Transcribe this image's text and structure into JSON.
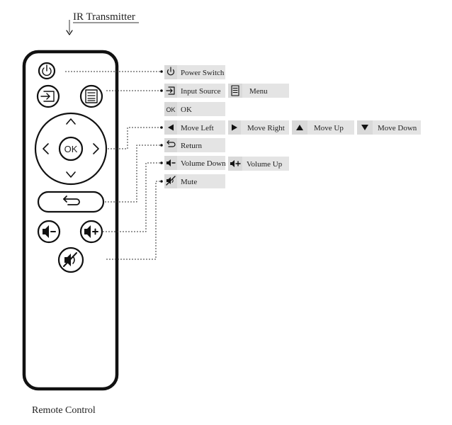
{
  "title": "IR Transmitter",
  "caption": "Remote Control",
  "ok_glyph": "OK",
  "legend": {
    "power": "Power Switch",
    "input": "Input Source",
    "menu": "Menu",
    "ok": "OK",
    "left": "Move Left",
    "right": "Move Right",
    "up": "Move Up",
    "down": "Move Down",
    "return": "Return",
    "vol_down": "Volume Down",
    "vol_up": "Volume Up",
    "mute": "Mute"
  }
}
